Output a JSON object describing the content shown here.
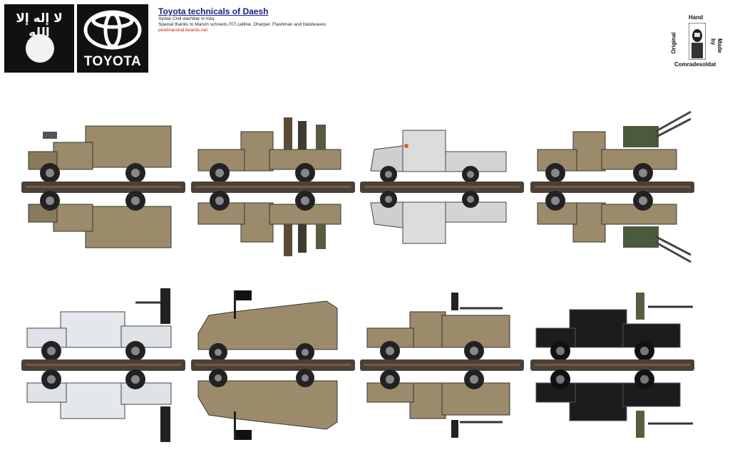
{
  "header": {
    "title": "Toyota technicals of Daesh",
    "subtitle": "Syrian Civil war/War in Iraq",
    "thanks": "Special thanks to Marvin schneck,707,catline, Dharper, Flashman and blastwaves",
    "credit": "pixelmarshal.boards.net"
  },
  "flag": {
    "text": "لا إله إلا الله"
  },
  "logo": {
    "text": "TOYOTA"
  },
  "signature": {
    "top": "Hand",
    "left": "Original",
    "right": "Made by",
    "bottom": "Comradesoldat"
  },
  "colors": {
    "tan": "#9c8b6a",
    "tan_dark": "#6e6248",
    "white": "#dfe3e8",
    "grey": "#cfcfcf",
    "black": "#1c1c1c",
    "ground": "#4a4238",
    "soil": "#7a5a3a",
    "title": "#1a1a80",
    "credit": "#d21010"
  }
}
